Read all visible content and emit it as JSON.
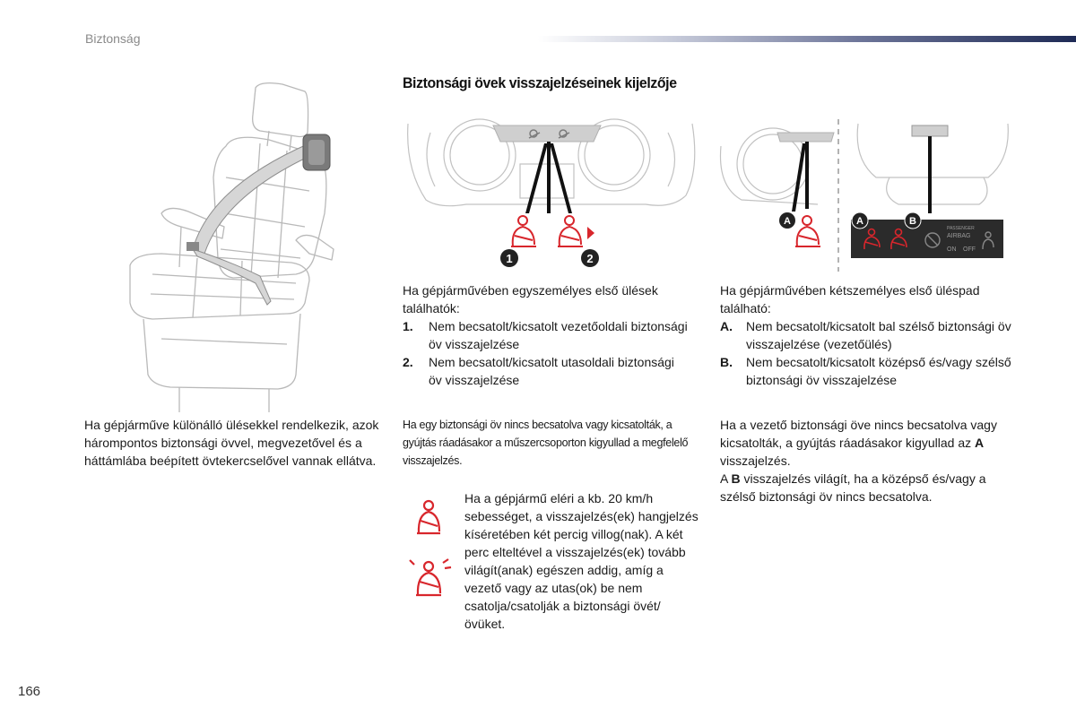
{
  "header": {
    "section": "Biztonság"
  },
  "title": "Biztonsági övek visszajelzéseinek kijelzője",
  "left_text": "Ha gépjárműve különálló ülésekkel rendelkezik, azok hárompontos biztonsági övvel, megvezetővel és a háttámlába beépített övtekercselővel vannak ellátva.",
  "single_seat": {
    "intro": "Ha gépjárművében egyszemélyes első ülések találhatók:",
    "items": [
      {
        "marker": "1.",
        "text": "Nem becsatolt/kicsatolt vezetőoldali biztonsági öv visszajelzése"
      },
      {
        "marker": "2.",
        "text": "Nem becsatolt/kicsatolt utasoldali biztonsági öv visszajelzése"
      }
    ],
    "note": "Ha egy biztonsági öv nincs becsatolva vagy kicsatolták, a gyújtás ráadásakor a műszercsoporton kigyullad a megfelelő visszajelzés.",
    "warning": "Ha a gépjármű eléri a kb. 20 km/h sebességet, a visszajelzés(ek) hangjelzés kíséretében két percig villog(nak). A két perc elteltével a visszajelzés(ek) tovább világít(anak) egészen addig, amíg a vezető vagy az utas(ok) be nem csatolja/csatolják a biztonsági övét/övüket."
  },
  "bench_seat": {
    "intro": "Ha gépjárművében kétszemélyes első üléspad található:",
    "items": [
      {
        "marker": "A.",
        "text": "Nem becsatolt/kicsatolt bal szélső biztonsági öv visszajelzése (vezetőülés)"
      },
      {
        "marker": "B.",
        "text": "Nem becsatolt/kicsatolt középső és/vagy szélső biztonsági öv visszajelzése"
      }
    ],
    "note_pre": "Ha a vezető biztonsági öve nincs becsatolva vagy kicsatolták, a gyújtás ráadásakor kigyullad az ",
    "note_bold": "A",
    "note_post": " visszajelzés.",
    "note2_pre": "A ",
    "note2_bold": "B",
    "note2_post": " visszajelzés világít, ha a középső és/vagy a szélső biztonsági öv nincs becsatolva."
  },
  "figure_labels": {
    "callout_1": "1",
    "callout_2": "2",
    "callout_a": "A",
    "callout_b": "B",
    "panel_airbag_1": "PASSENGER",
    "panel_airbag_2": "AIRBAG",
    "panel_on": "ON",
    "panel_off": "OFF"
  },
  "page_number": "166",
  "colors": {
    "warning_red": "#d8262c",
    "header_dark": "#1e2a55",
    "text": "#1a1a1a"
  }
}
